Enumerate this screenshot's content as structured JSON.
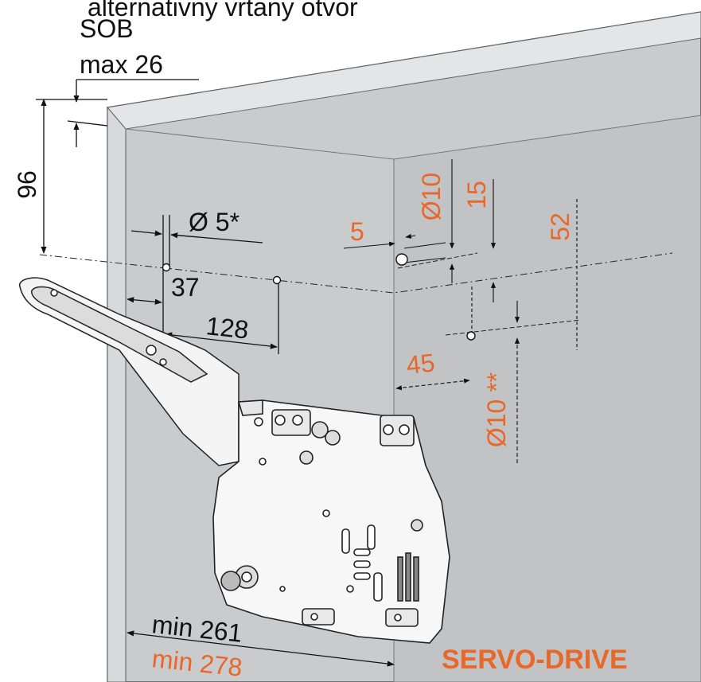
{
  "header": {
    "caption_partial": "alternativny vrtany otvor"
  },
  "dimensions": {
    "sob": "SOB",
    "sob_max": "max 26",
    "height_96": "96",
    "hole_d5": "Ø 5*",
    "dist_37": "37",
    "dist_128": "128",
    "dist_5": "5",
    "hole_d10_top": "Ø10",
    "dist_15": "15",
    "dist_52": "52",
    "dist_45": "45",
    "hole_d10_alt": "Ø10 **",
    "min_261": "min 261",
    "min_278": "min 278"
  },
  "product": {
    "name": "SERVO-DRIVE"
  },
  "colors": {
    "black_dim": "#111111",
    "orange_dim": "#e8672a",
    "panel_front": "#c9cbcd",
    "panel_side": "#bfc1c3",
    "panel_edge": "#e4e5e6",
    "background": "#ffffff"
  }
}
